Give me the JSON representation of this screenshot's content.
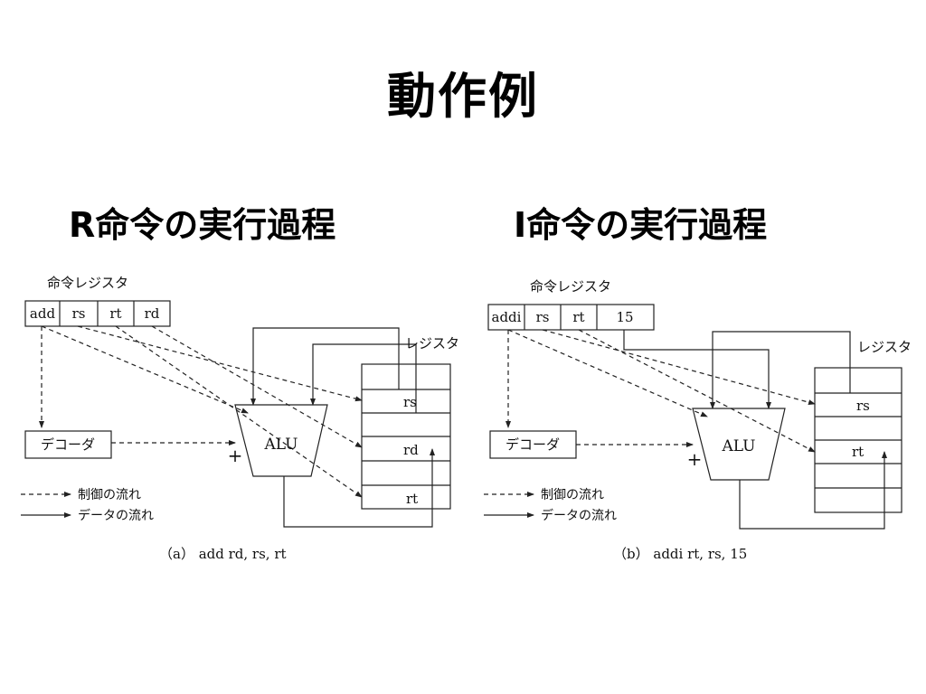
{
  "title": "動作例",
  "subtitles": {
    "r": "R命令の実行過程",
    "i": "I命令の実行過程"
  },
  "diagrams": [
    {
      "instruction_register_label": "命令レジスタ",
      "fields": [
        "add",
        "rs",
        "rt",
        "rd"
      ],
      "register_file_label": "レジスタ",
      "registers": [
        "rs",
        "rd",
        "rt"
      ],
      "alu_label": "ALU",
      "decoder_label": "デコーダ",
      "plus_sign": "+",
      "legend": {
        "control": "制御の流れ",
        "data": "データの流れ"
      },
      "caption": "（a） add rd,  rs,  rt"
    },
    {
      "instruction_register_label": "命令レジスタ",
      "fields": [
        "addi",
        "rs",
        "rt",
        "15"
      ],
      "register_file_label": "レジスタ",
      "registers": [
        "rs",
        "rt"
      ],
      "alu_label": "ALU",
      "decoder_label": "デコーダ",
      "plus_sign": "+",
      "legend": {
        "control": "制御の流れ",
        "data": "データの流れ"
      },
      "caption": "（b） addi rt,  rs,  15"
    }
  ]
}
